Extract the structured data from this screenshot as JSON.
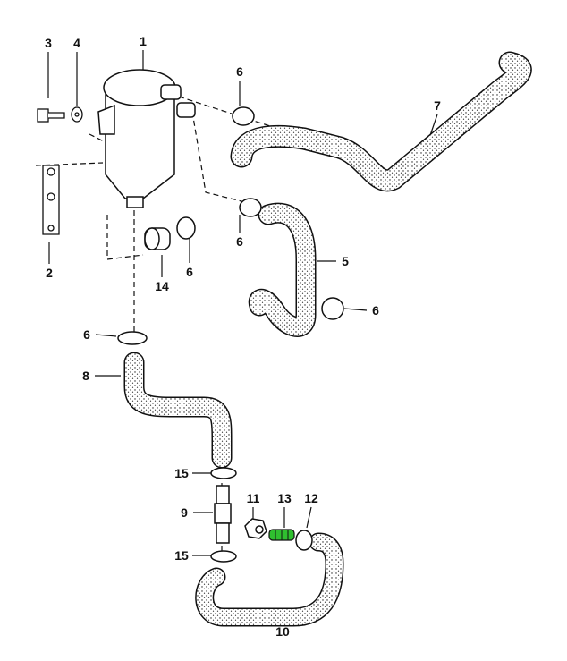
{
  "diagram": {
    "highlight_color": "#2fc02f",
    "callouts": [
      {
        "id": "c3",
        "text": "3"
      },
      {
        "id": "c4",
        "text": "4"
      },
      {
        "id": "c1",
        "text": "1"
      },
      {
        "id": "c6a",
        "text": "6"
      },
      {
        "id": "c7",
        "text": "7"
      },
      {
        "id": "c2",
        "text": "2"
      },
      {
        "id": "c6b",
        "text": "6"
      },
      {
        "id": "c14",
        "text": "14"
      },
      {
        "id": "c6c",
        "text": "6"
      },
      {
        "id": "c5",
        "text": "5"
      },
      {
        "id": "c6d",
        "text": "6"
      },
      {
        "id": "c6e",
        "text": "6"
      },
      {
        "id": "c8",
        "text": "8"
      },
      {
        "id": "c15a",
        "text": "15"
      },
      {
        "id": "c9",
        "text": "9"
      },
      {
        "id": "c11",
        "text": "11"
      },
      {
        "id": "c13",
        "text": "13"
      },
      {
        "id": "c12",
        "text": "12"
      },
      {
        "id": "c15b",
        "text": "15"
      },
      {
        "id": "c10",
        "text": "10"
      }
    ]
  }
}
